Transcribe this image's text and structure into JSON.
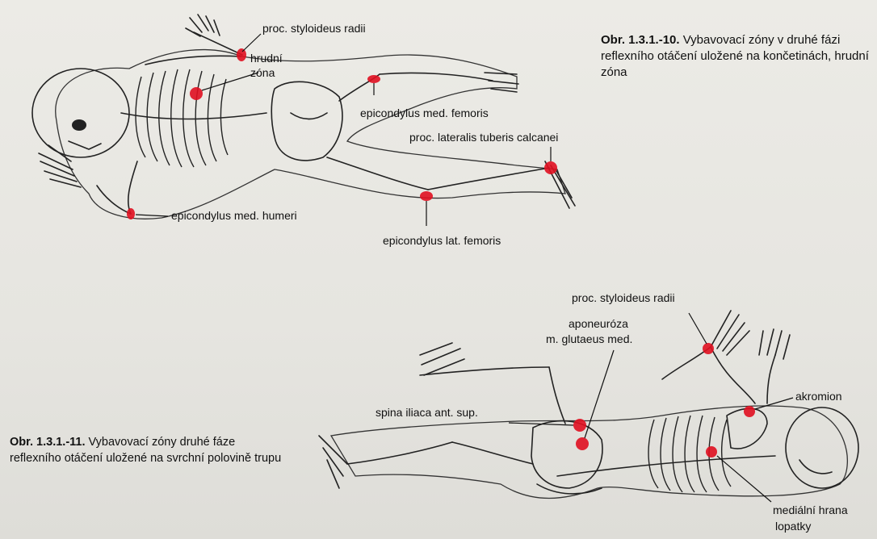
{
  "figure1": {
    "caption_label": "Obr. 1.3.1.-10.",
    "caption_text": " Vybavovací zóny v druhé fázi reflexního otáčení uložené na končetinách, hrudní zóna",
    "labels": {
      "proc_styloideus_radii": "proc. styloideus radii",
      "hrudni_line1": "hrudní",
      "hrudni_line2": "zóna",
      "epicondylus_med_femoris": "epicondylus med. femoris",
      "proc_lateralis_tuberis_calcanei": "proc. lateralis tuberis calcanei",
      "epicondylus_med_humeri": "epicondylus med. humeri",
      "epicondylus_lat_femoris": "epicondylus lat. femoris"
    }
  },
  "figure2": {
    "caption_label": "Obr. 1.3.1.-11.",
    "caption_text": " Vybavovací zóny druhé fáze reflexního otáčení uložené na svrchní polovině trupu",
    "labels": {
      "proc_styloideus_radii": "proc. styloideus radii",
      "aponeuroza_line1": "aponeuróza",
      "aponeuroza_line2": "m. glutaeus med.",
      "spina_iliaca": "spina iliaca ant. sup.",
      "akromion": "akromion",
      "medialni_line1": "mediální hrana",
      "medialni_line2": "lopatky"
    }
  },
  "colors": {
    "zone": "#e01020",
    "paper": "#e9e8e3",
    "ink": "#111111"
  }
}
